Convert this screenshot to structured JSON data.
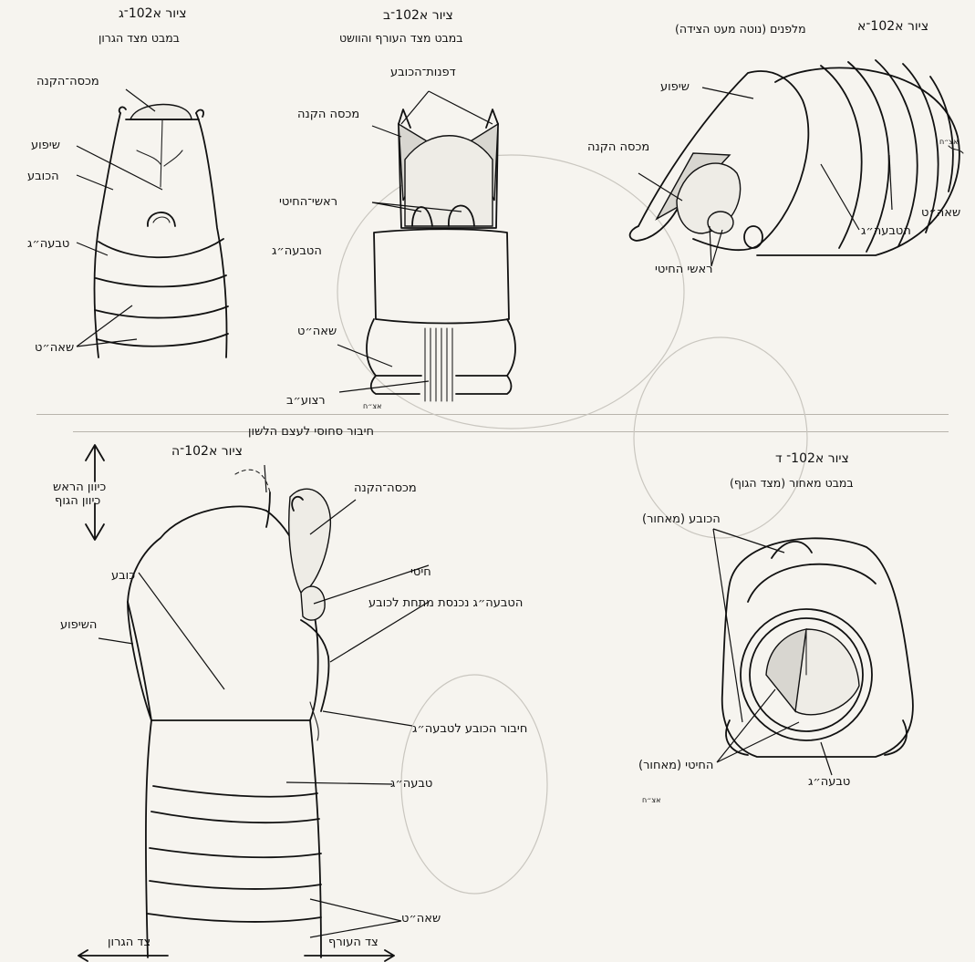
{
  "figures": {
    "g": {
      "title": "ציור א102־ג",
      "subtitle": "במבט מצד הגרון",
      "labels": {
        "operculum": "מכסה־הקנה",
        "shipua": "שיפוע",
        "helmet": "הכובע",
        "tabaat": "טבעה״ג",
        "shaat": "שאה״ט"
      }
    },
    "b": {
      "title": "ציור א102־ב",
      "subtitle": "במבט מצד העורף והוושט",
      "labels": {
        "helmet_walls": "דפנות־הכובע",
        "operculum": "מכסה הקנה",
        "epiglottis_tips": "ראשי־החיטי",
        "tabaat": "הטבעה״ג",
        "shaat": "שאה״ט",
        "ratsua": "רצוע״ב"
      }
    },
    "a": {
      "title": "ציור א102־א",
      "subtitle": "מלפנים (נוטה מעט הצידה)",
      "labels": {
        "shipua": "שיפוע",
        "operculum": "מכסה הקנה",
        "shaat": "שאה״ט",
        "tabaat": "הטבעה״ג",
        "epiglottis_tips": "ראשי החיטי"
      }
    },
    "h": {
      "title": "ציור א102־ה",
      "labels": {
        "cartilage_link": "חיבור סחוסי לעצם הלשון",
        "operculum": "מכסה־הקנה",
        "chiti": "חיטי",
        "tabaat_under": "הטבעה״ג נכנסת מתחת לכובע",
        "helmet": "כובע",
        "shipua": "השיפוע",
        "helmet_link": "חיבור הכובע לטבעה״ג",
        "tabaat": "טבעה״ג",
        "shaat": "שאה״ט",
        "throat_side": "צד הגרון",
        "nape_side": "צד העורף",
        "head_dir": "כיוון הראש",
        "body_dir": "כיוון הגוף"
      }
    },
    "d": {
      "title": "ציור א102־ ד",
      "subtitle": "במבט מאחור (מצד הגוף)",
      "labels": {
        "helmet_back": "הכובע (מאחור)",
        "chiti_back": "החיטי (מאחור)",
        "tabaat": "טבעה״ג"
      }
    }
  },
  "signature": "אצ״ח"
}
